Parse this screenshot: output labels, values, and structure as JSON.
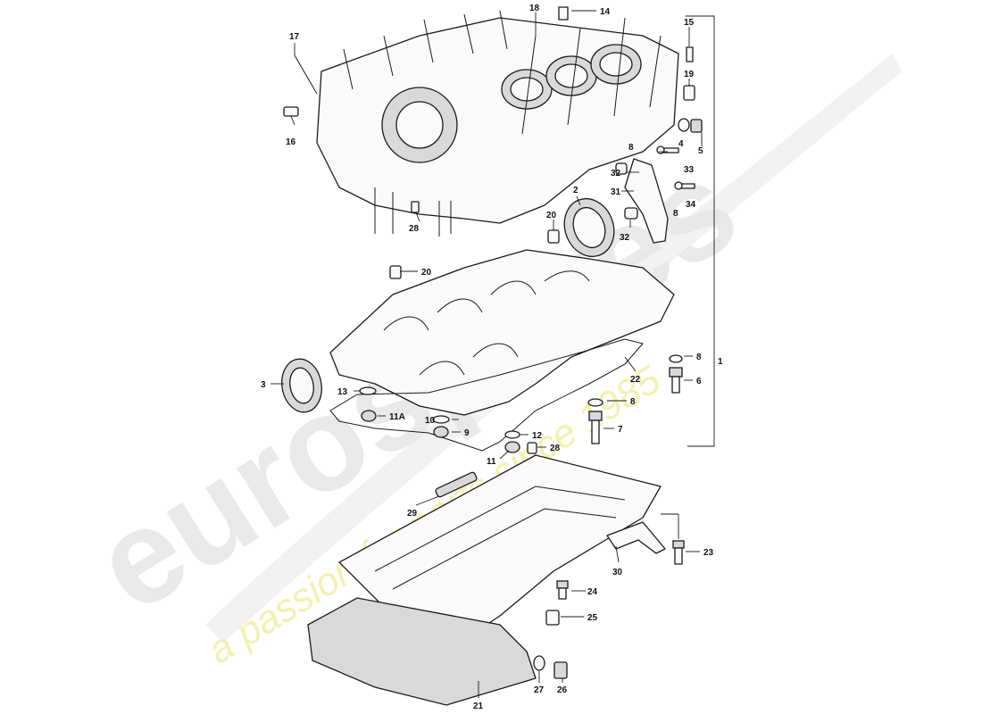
{
  "watermark": {
    "brand": "eurospares",
    "tagline": "a passion for parts since 1985",
    "brand_color": "#e6e6e6",
    "tagline_color": "#f2f0a8"
  },
  "callouts": [
    {
      "id": "c1",
      "label": "1"
    },
    {
      "id": "c2",
      "label": "2"
    },
    {
      "id": "c3",
      "label": "3"
    },
    {
      "id": "c4",
      "label": "4"
    },
    {
      "id": "c5",
      "label": "5"
    },
    {
      "id": "c6",
      "label": "6"
    },
    {
      "id": "c7",
      "label": "7"
    },
    {
      "id": "c8a",
      "label": "8"
    },
    {
      "id": "c8b",
      "label": "8"
    },
    {
      "id": "c8c",
      "label": "8"
    },
    {
      "id": "c8d",
      "label": "8"
    },
    {
      "id": "c9",
      "label": "9"
    },
    {
      "id": "c10",
      "label": "10"
    },
    {
      "id": "c11",
      "label": "11"
    },
    {
      "id": "c11a",
      "label": "11A"
    },
    {
      "id": "c12",
      "label": "12"
    },
    {
      "id": "c13",
      "label": "13"
    },
    {
      "id": "c14",
      "label": "14"
    },
    {
      "id": "c15",
      "label": "15"
    },
    {
      "id": "c16",
      "label": "16"
    },
    {
      "id": "c17",
      "label": "17"
    },
    {
      "id": "c18",
      "label": "18"
    },
    {
      "id": "c19",
      "label": "19"
    },
    {
      "id": "c20a",
      "label": "20"
    },
    {
      "id": "c20b",
      "label": "20"
    },
    {
      "id": "c21",
      "label": "21"
    },
    {
      "id": "c22",
      "label": "22"
    },
    {
      "id": "c23",
      "label": "23"
    },
    {
      "id": "c24",
      "label": "24"
    },
    {
      "id": "c25",
      "label": "25"
    },
    {
      "id": "c26",
      "label": "26"
    },
    {
      "id": "c27",
      "label": "27"
    },
    {
      "id": "c28a",
      "label": "28"
    },
    {
      "id": "c28b",
      "label": "28"
    },
    {
      "id": "c29",
      "label": "29"
    },
    {
      "id": "c30",
      "label": "30"
    },
    {
      "id": "c31",
      "label": "31"
    },
    {
      "id": "c32a",
      "label": "32"
    },
    {
      "id": "c32b",
      "label": "32"
    },
    {
      "id": "c33",
      "label": "33"
    },
    {
      "id": "c34",
      "label": "34"
    }
  ]
}
